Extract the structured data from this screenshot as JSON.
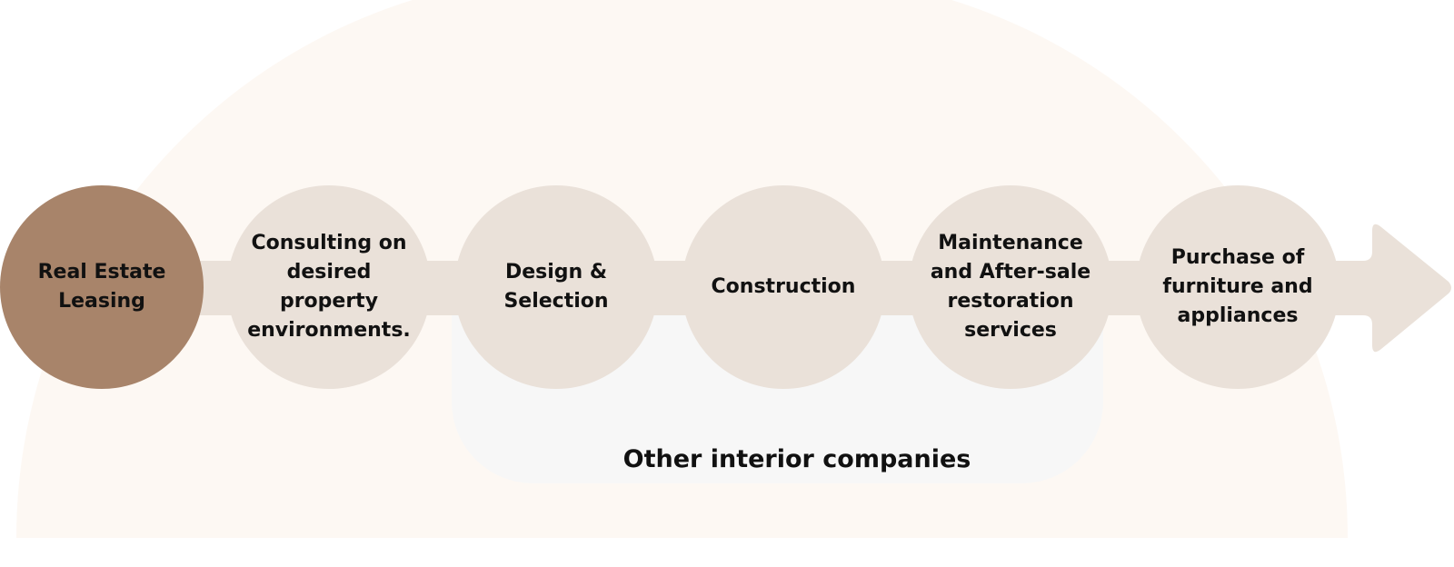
{
  "colors": {
    "arch_background": "#fdf8f3",
    "group_background": "#f7f7f7",
    "arrow": "#eae1d9",
    "node": "#eae1d9",
    "node_active": "#a8846a",
    "text": "#111111"
  },
  "steps": [
    {
      "label": "Real Estate Leasing",
      "active": true
    },
    {
      "label": "Consulting on desired property environments.",
      "active": false
    },
    {
      "label": "Design & Selection",
      "active": false
    },
    {
      "label": "Construction",
      "active": false
    },
    {
      "label": "Maintenance and After-sale restoration services",
      "active": false
    },
    {
      "label": "Purchase of furniture and appliances",
      "active": false
    }
  ],
  "group": {
    "label": "Other interior companies"
  }
}
